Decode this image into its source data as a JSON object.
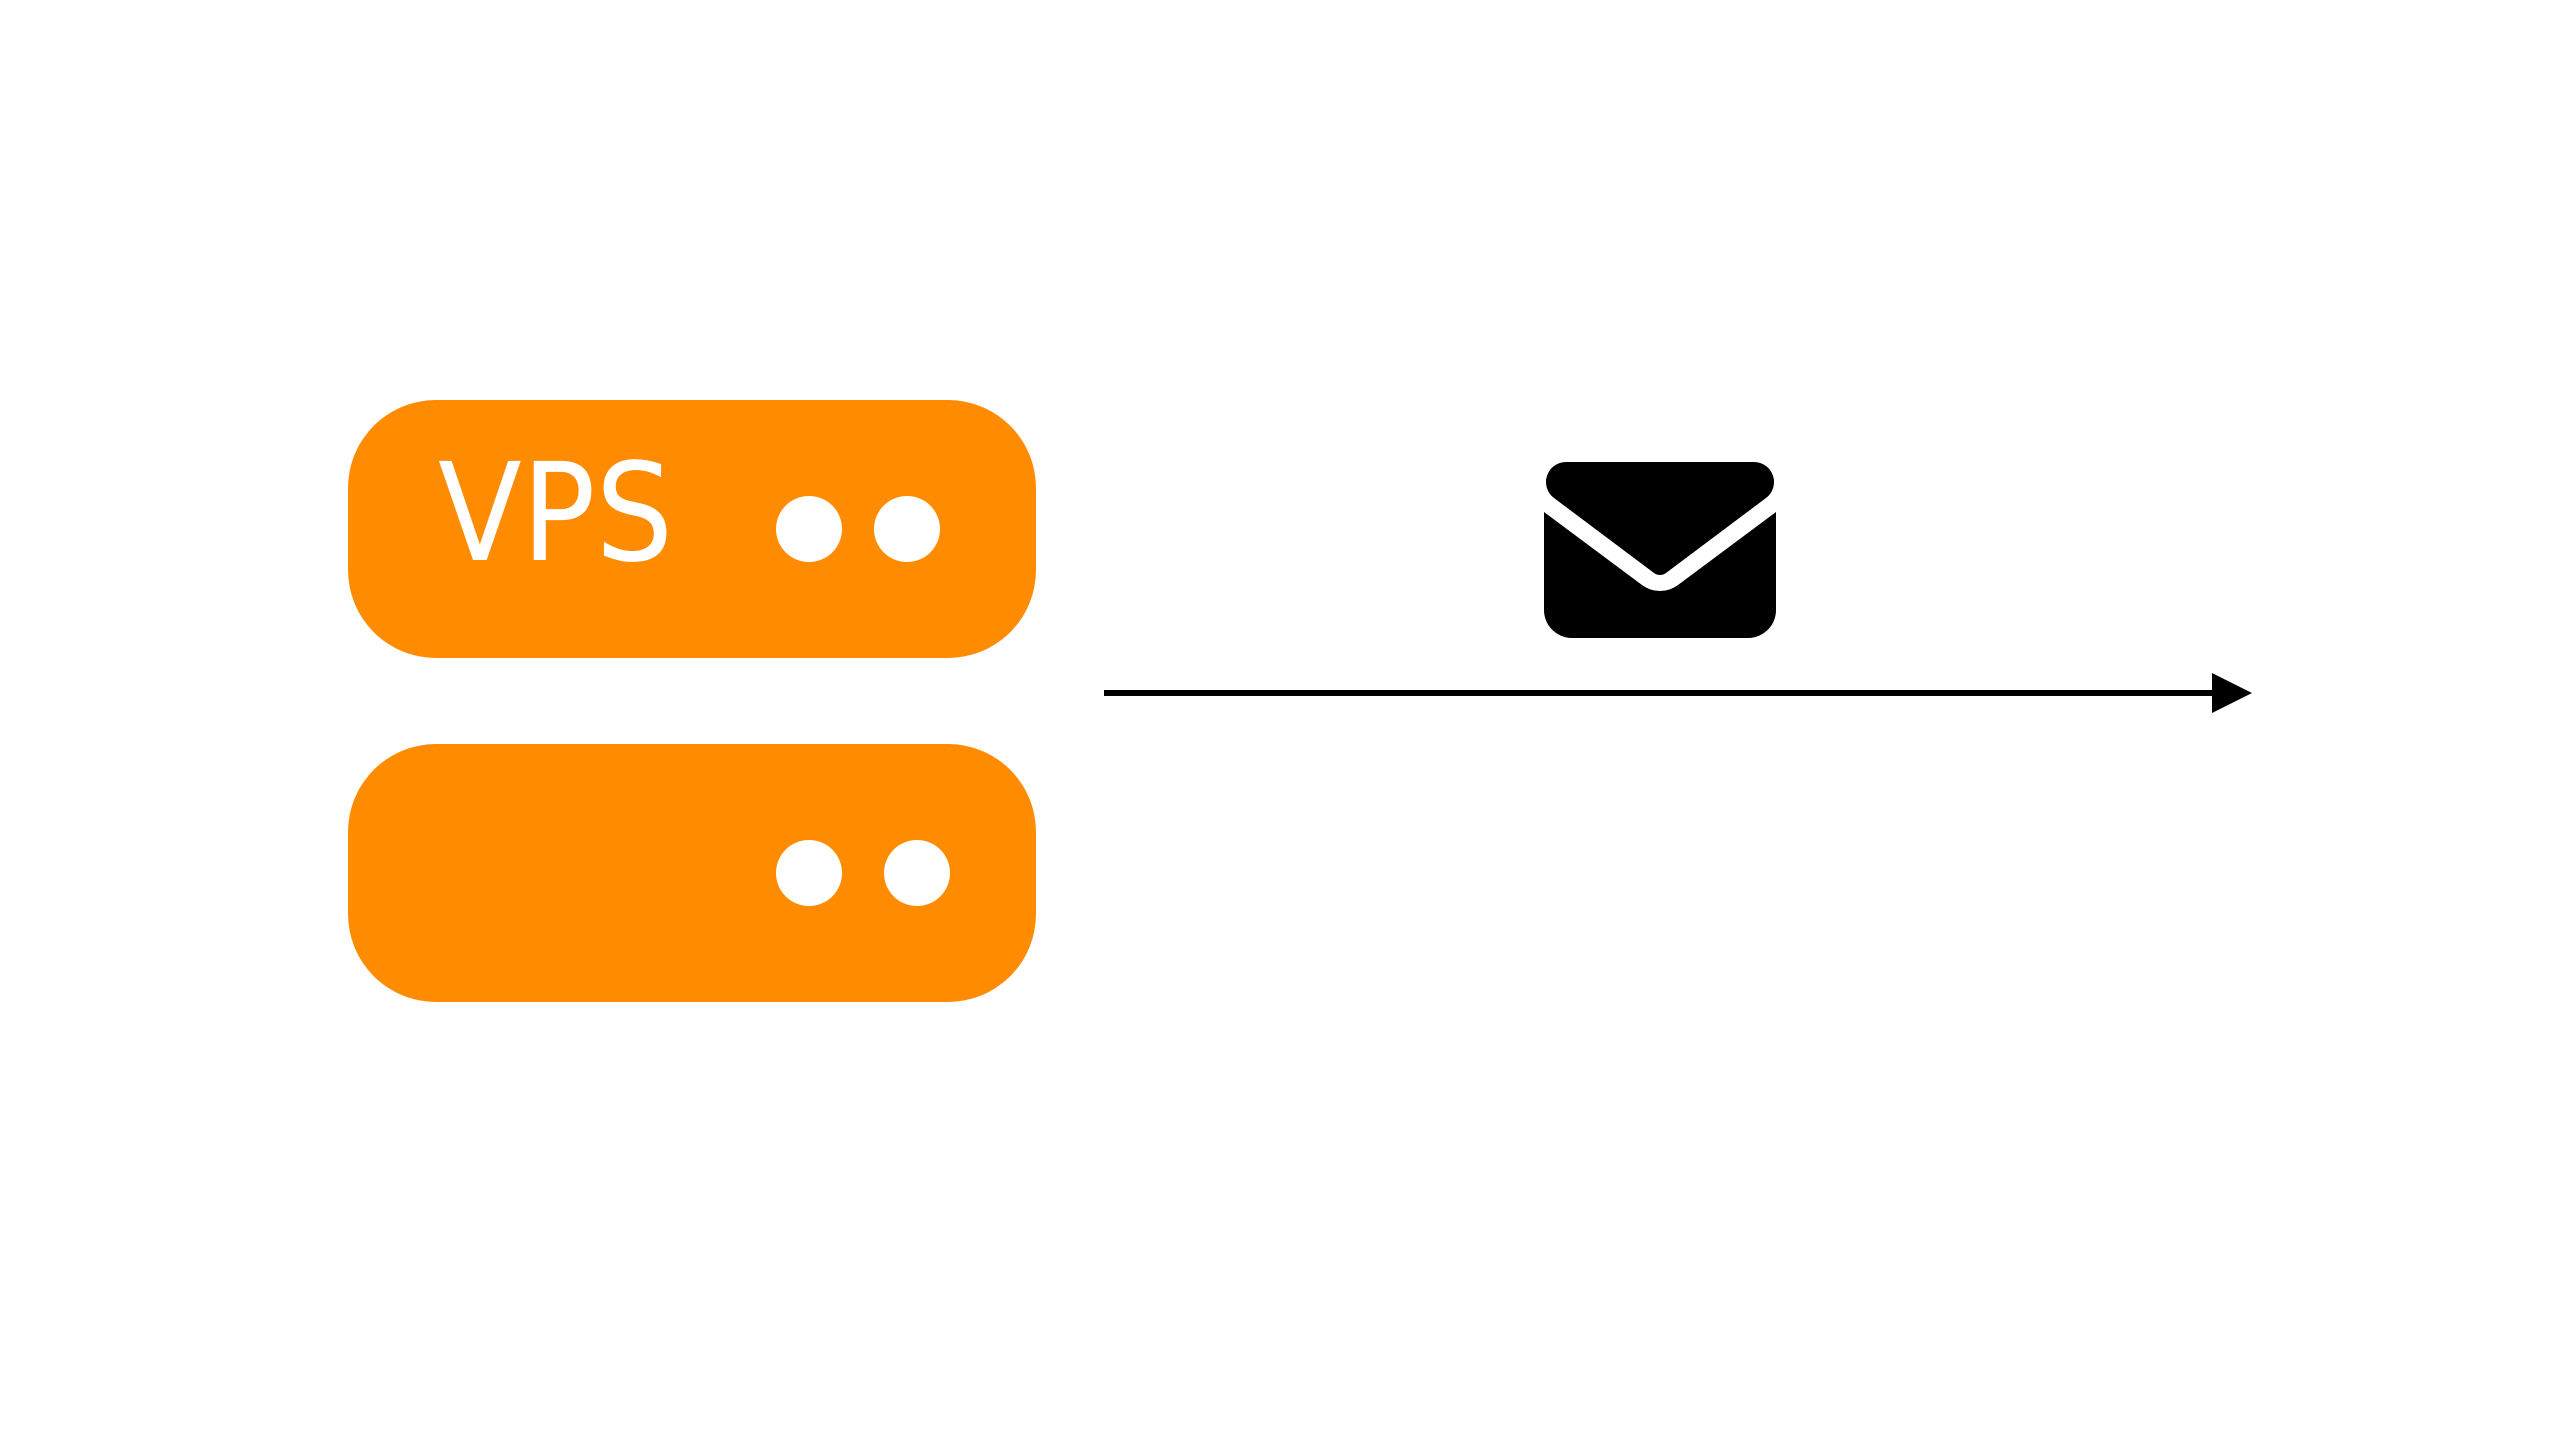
{
  "colors": {
    "server": "#ff8c00",
    "indicator": "#ffffff",
    "icon": "#000000",
    "arrow": "#000000",
    "background": "#ffffff"
  },
  "servers": [
    {
      "label": "VPS",
      "indicators": 2
    },
    {
      "label": "",
      "indicators": 2
    }
  ],
  "icons": {
    "message": "envelope-icon",
    "flow": "arrow-right"
  }
}
